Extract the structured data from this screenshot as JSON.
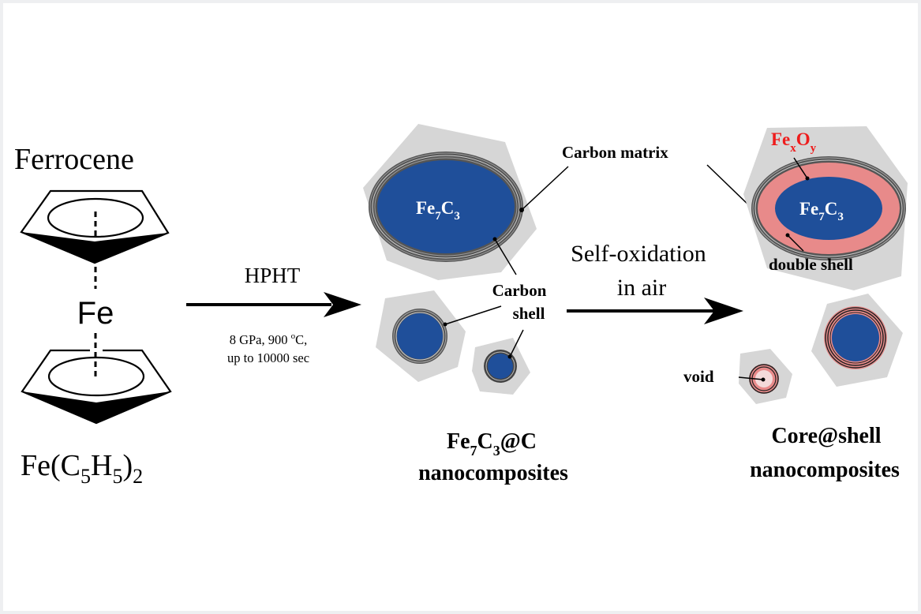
{
  "figure": {
    "type": "reaction-scheme",
    "colors": {
      "core_blue": "#1f4f9a",
      "oxide_pink": "#e88a8a",
      "matrix_gray": "#d6d6d6",
      "oxide_label_red": "#ee1c1c",
      "text": "#000000"
    }
  },
  "precursor": {
    "name": "Ferrocene",
    "metal": "Fe",
    "formula": {
      "base": "Fe(C",
      "sub1": "5",
      "mid": "H",
      "sub2": "5",
      "close": ")",
      "sub3": "2"
    }
  },
  "step1": {
    "label": "HPHT",
    "condition_line1_pre": "8 GPa, 900 ",
    "condition_line1_sup": "o",
    "condition_line1_post": "C,",
    "condition_line2": "up to 10000 sec"
  },
  "intermediate": {
    "core_label": {
      "fe": "Fe",
      "sub_fe": "7",
      "c": "C",
      "sub_c": "3"
    },
    "annotation_matrix": "Carbon matrix",
    "annotation_shell_line1": "Carbon",
    "annotation_shell_line2": "shell",
    "title_formula": {
      "fe": "Fe",
      "sub_fe": "7",
      "c": "C",
      "sub_c": "3",
      "rest": "@C"
    },
    "title_line2": "nanocomposites"
  },
  "step2": {
    "label_line1": "Self-oxidation",
    "label_line2": "in air"
  },
  "product": {
    "oxide_label": {
      "fe": "Fe",
      "sub_x": "x",
      "o": "O",
      "sub_y": "y"
    },
    "core_label": {
      "fe": "Fe",
      "sub_fe": "7",
      "c": "C",
      "sub_c": "3"
    },
    "annotation_double_shell": "double shell",
    "annotation_void": "void",
    "title_line1": "Core@shell",
    "title_line2": "nanocomposites"
  }
}
